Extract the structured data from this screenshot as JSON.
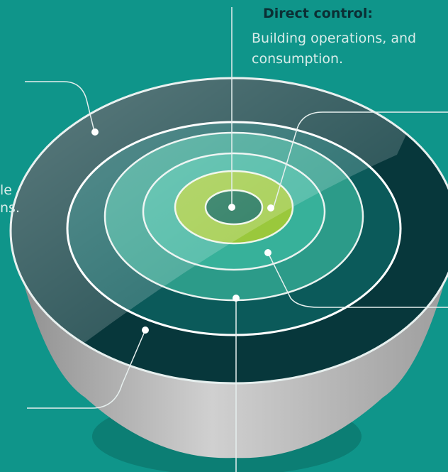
{
  "labels": {
    "direct_control_title": "Direct control:",
    "direct_control_body": "Building operations, and consumption.",
    "left_clip_1": "le",
    "left_clip_2": "ns."
  },
  "colors": {
    "background": "#0f958a",
    "outer_ring": "#07373b",
    "ring_2": "#0b5a5a",
    "ring_3": "#2c9b89",
    "ring_4": "#37b19a",
    "ring_5": "#9ac83c",
    "core": "#0e6a4c",
    "base": "#b9b9b9",
    "title_text": "#0b2f34",
    "body_text": "#d8ece9"
  }
}
